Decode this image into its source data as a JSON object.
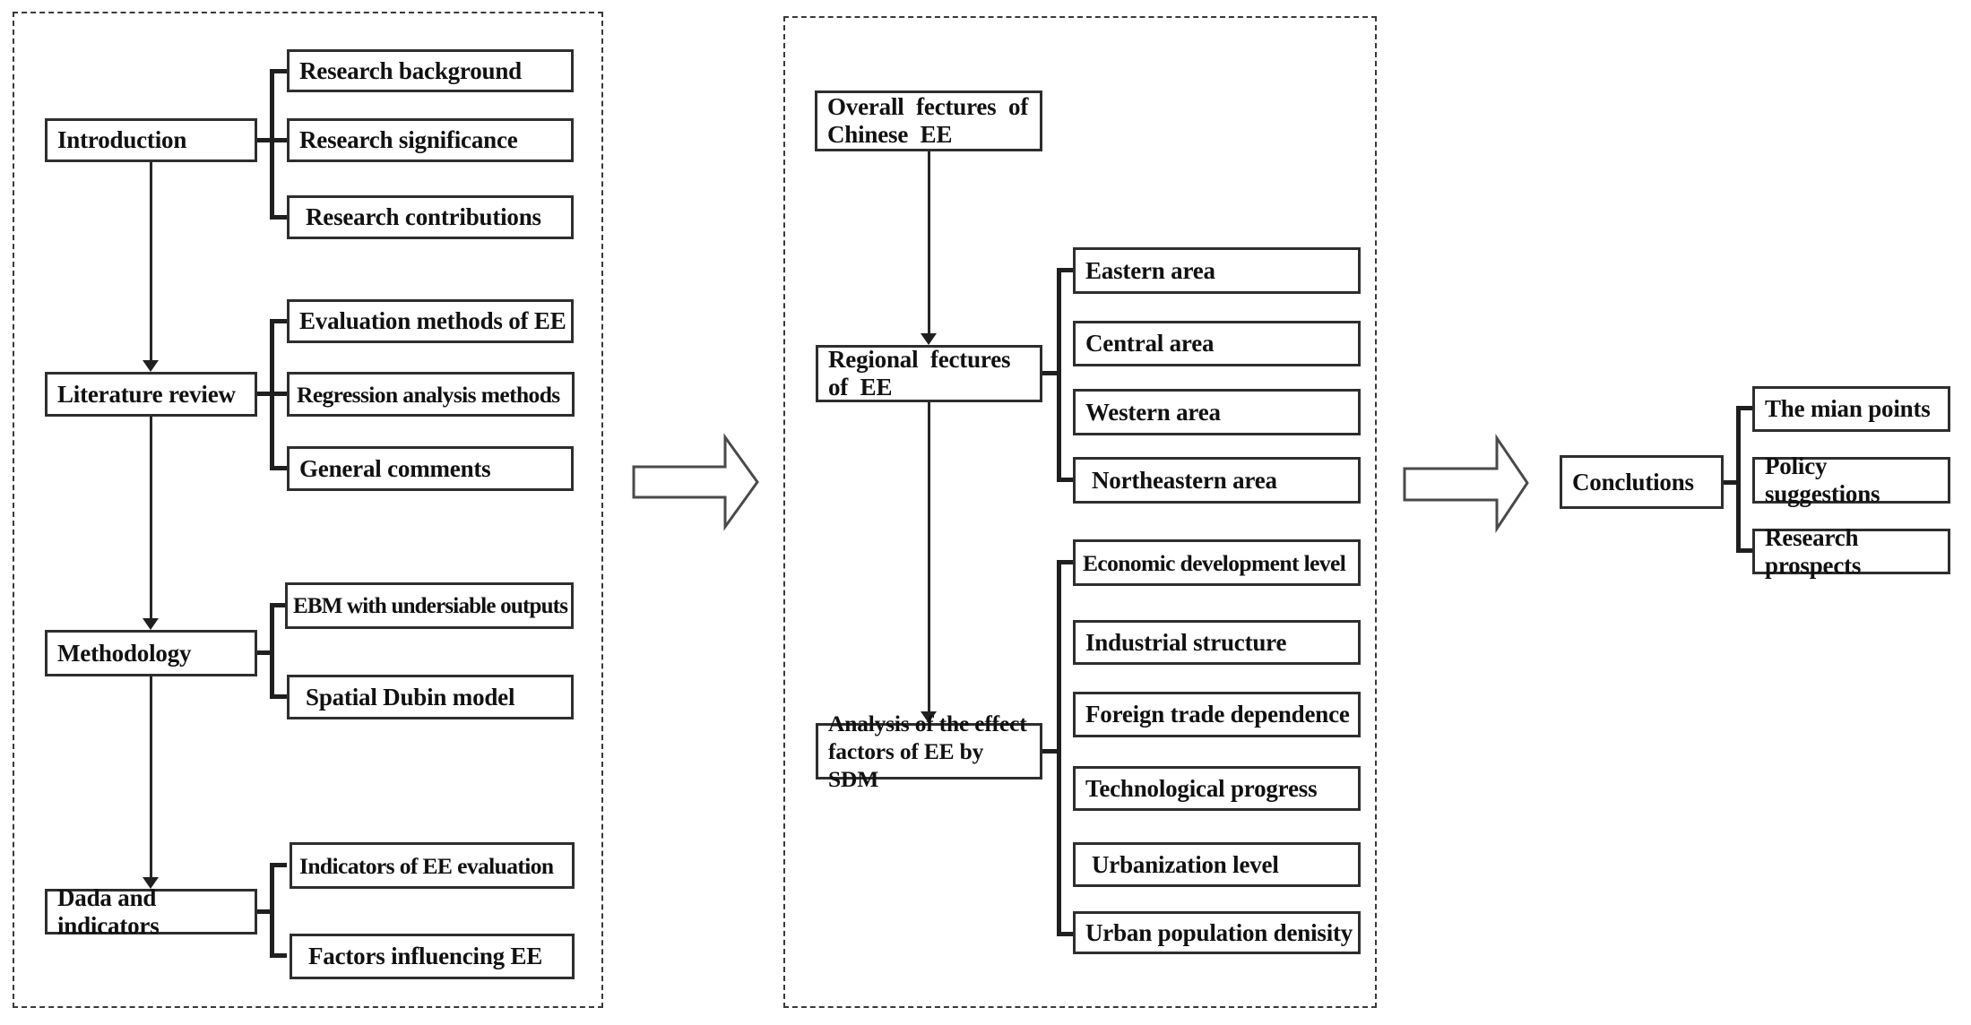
{
  "figure": {
    "type": "research-structure-flowchart",
    "background_color": "#ffffff",
    "box_border_color": "#2e2e2e",
    "connector_color": "#1f1f1f",
    "text_color": "#111111"
  },
  "nodes": {
    "introduction": "Introduction",
    "research_background": "Research background",
    "research_significance": "Research significance",
    "research_contributions": "Research contributions",
    "literature_review": "Literature review",
    "evaluation_methods": "Evaluation methods of EE",
    "regression_methods": "Regression analysis methods",
    "general_comments": "General comments",
    "methodology": "Methodology",
    "ebm": "EBM with undersiable outputs",
    "spatial_dubin": "Spatial Dubin model",
    "data_indicators": "Dada and indicators",
    "indicators_ee": "Indicators of EE evaluation",
    "factors_ee": "Factors influencing EE",
    "overall_features": "Overall fectures of\nChinese EE",
    "regional_features": "Regional fectures\nof EE",
    "eastern": "Eastern area",
    "central": "Central area",
    "western": "Western area",
    "northeastern": "Northeastern area",
    "analysis_sdm": "Analysis of the effect\nfactors of EE by SDM",
    "economic": "Economic development level",
    "industrial": "Industrial structure",
    "foreign_trade": "Foreign trade dependence",
    "technological": "Technological progress",
    "urbanization": "Urbanization level",
    "urban_density": "Urban population denisity",
    "conclusions": "Conclutions",
    "main_points": "The mian points",
    "policy_suggestions": "Policy suggestions",
    "research_prospects": "Research prospects"
  }
}
